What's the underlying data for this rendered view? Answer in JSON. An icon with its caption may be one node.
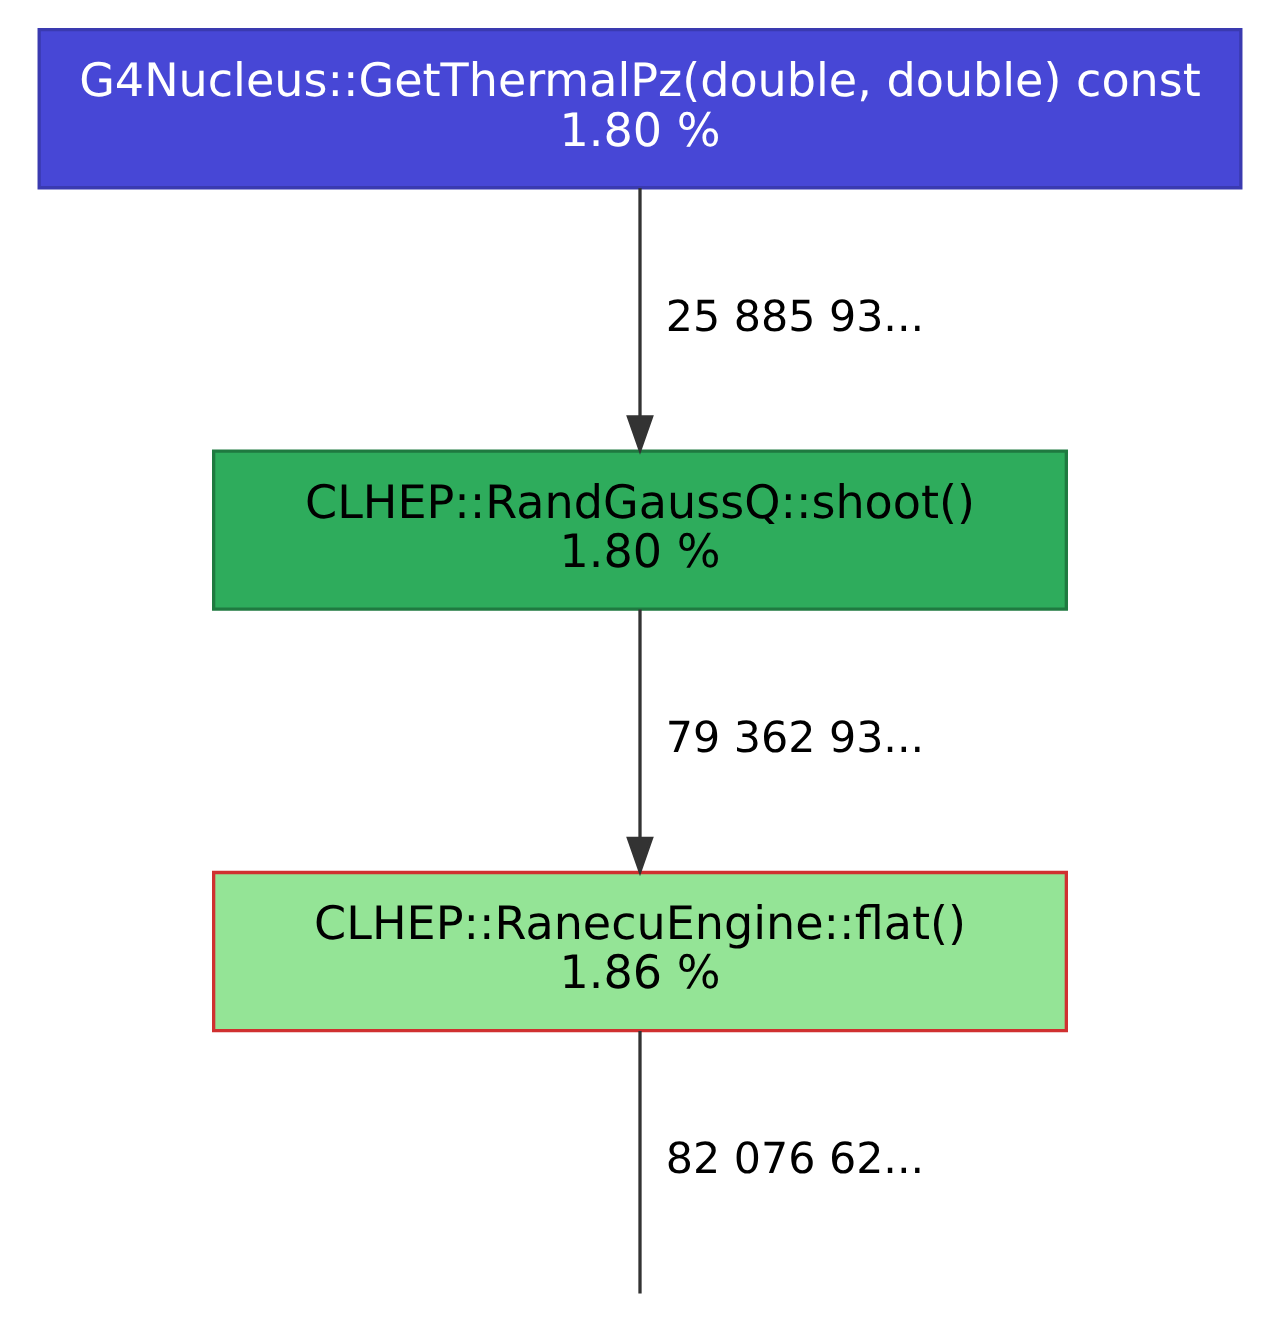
{
  "diagram": {
    "nodes": [
      {
        "text": [
          "G4Nucleus::GetThermalPz(double, double) const",
          "1.80 %"
        ]
      },
      {
        "text": [
          "CLHEP::RandGaussQ::shoot()",
          "1.80 %"
        ]
      },
      {
        "text": [
          "CLHEP::RanecuEngine::flat()",
          "1.86 %"
        ]
      }
    ],
    "edges": [
      {
        "from": 0,
        "to": 1,
        "arrow": "to",
        "label": "25 885 93..."
      },
      {
        "from": 1,
        "to": 2,
        "arrow": "to",
        "label": "79 362 93..."
      },
      {
        "from": 2,
        "to": null,
        "arrow": "none",
        "label": "82 076 62..."
      }
    ]
  }
}
